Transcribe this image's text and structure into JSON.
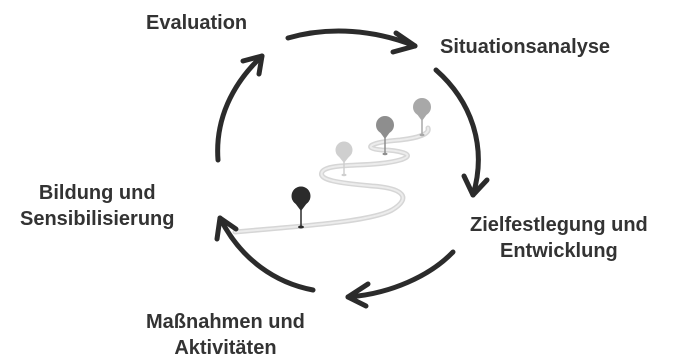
{
  "stages": {
    "evaluation": {
      "lines": [
        "Evaluation"
      ]
    },
    "situation": {
      "lines": [
        "Situationsanalyse"
      ]
    },
    "ziel": {
      "lines": [
        "Zielfestlegung und",
        "Entwicklung"
      ]
    },
    "massnahmen": {
      "lines": [
        "Maßnahmen und",
        "Aktivitäten"
      ]
    },
    "bildung": {
      "lines": [
        "Bildung und",
        "Sensibilisierung"
      ]
    }
  },
  "colors": {
    "arrow": "#2b2b2b",
    "text": "#333333",
    "road": "#d6d6d6",
    "pin_dark": "#2b2b2b",
    "pin_light": "#cfcfcf",
    "pin_mid": "#8e8e8e",
    "pin_grey": "#a8a8a8"
  },
  "icons": [
    "cycle-arrow-icon",
    "winding-road-icon",
    "map-pin-icon"
  ]
}
